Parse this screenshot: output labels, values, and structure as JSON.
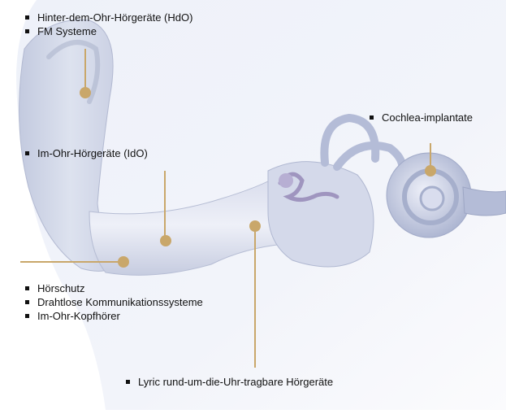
{
  "colors": {
    "leader": "#c9a76a",
    "background": "#ffffff"
  },
  "callouts": {
    "bte": {
      "items": [
        "Hinter-dem-Ohr-Hörgeräte (HdO)",
        "FM Systeme"
      ]
    },
    "ite": {
      "items": [
        "Im-Ohr-Hörgeräte (IdO)"
      ]
    },
    "cochlear": {
      "items": [
        "Cochlea-implantate"
      ]
    },
    "protection": {
      "items": [
        "Hörschutz",
        "Drahtlose Kommunikationssysteme",
        "Im-Ohr-Kopfhörer"
      ]
    },
    "lyric": {
      "items": [
        "Lyric rund-um-die-Uhr-tragbare Hörgeräte"
      ]
    }
  }
}
